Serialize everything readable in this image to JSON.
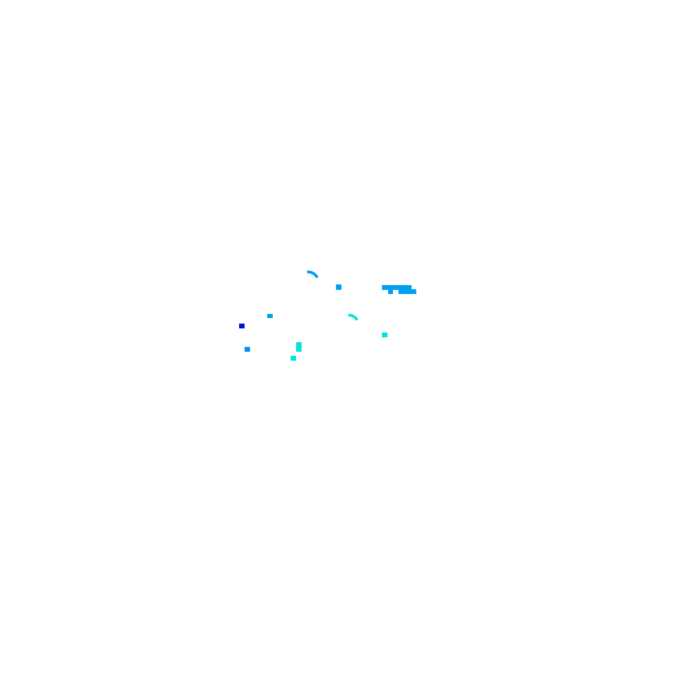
{
  "colors": {
    "background": "#ffffff",
    "sky_blue": "#00a0f0",
    "mid_blue": "#0a90f0",
    "cyan": "#00e4dc",
    "deep_blue": "#0010d8"
  },
  "fragments": [
    {
      "name": "arc-fragment-top",
      "color": "sky_blue"
    },
    {
      "name": "square-fragment-upper",
      "color": "sky_blue"
    },
    {
      "name": "bar-fragment-right-top",
      "color": "sky_blue"
    },
    {
      "name": "bar-fragment-right-bottom",
      "color": "sky_blue"
    },
    {
      "name": "square-fragment-left-mid",
      "color": "sky_blue"
    },
    {
      "name": "square-fragment-left-dark",
      "color": "deep_blue"
    },
    {
      "name": "arc-fragment-middle",
      "color": "cyan"
    },
    {
      "name": "square-fragment-right-cyan",
      "color": "cyan"
    },
    {
      "name": "square-fragment-bottom-left",
      "color": "mid_blue"
    },
    {
      "name": "bar-fragment-bottom-cyan",
      "color": "cyan"
    },
    {
      "name": "square-fragment-bottom-cyan",
      "color": "cyan"
    }
  ]
}
